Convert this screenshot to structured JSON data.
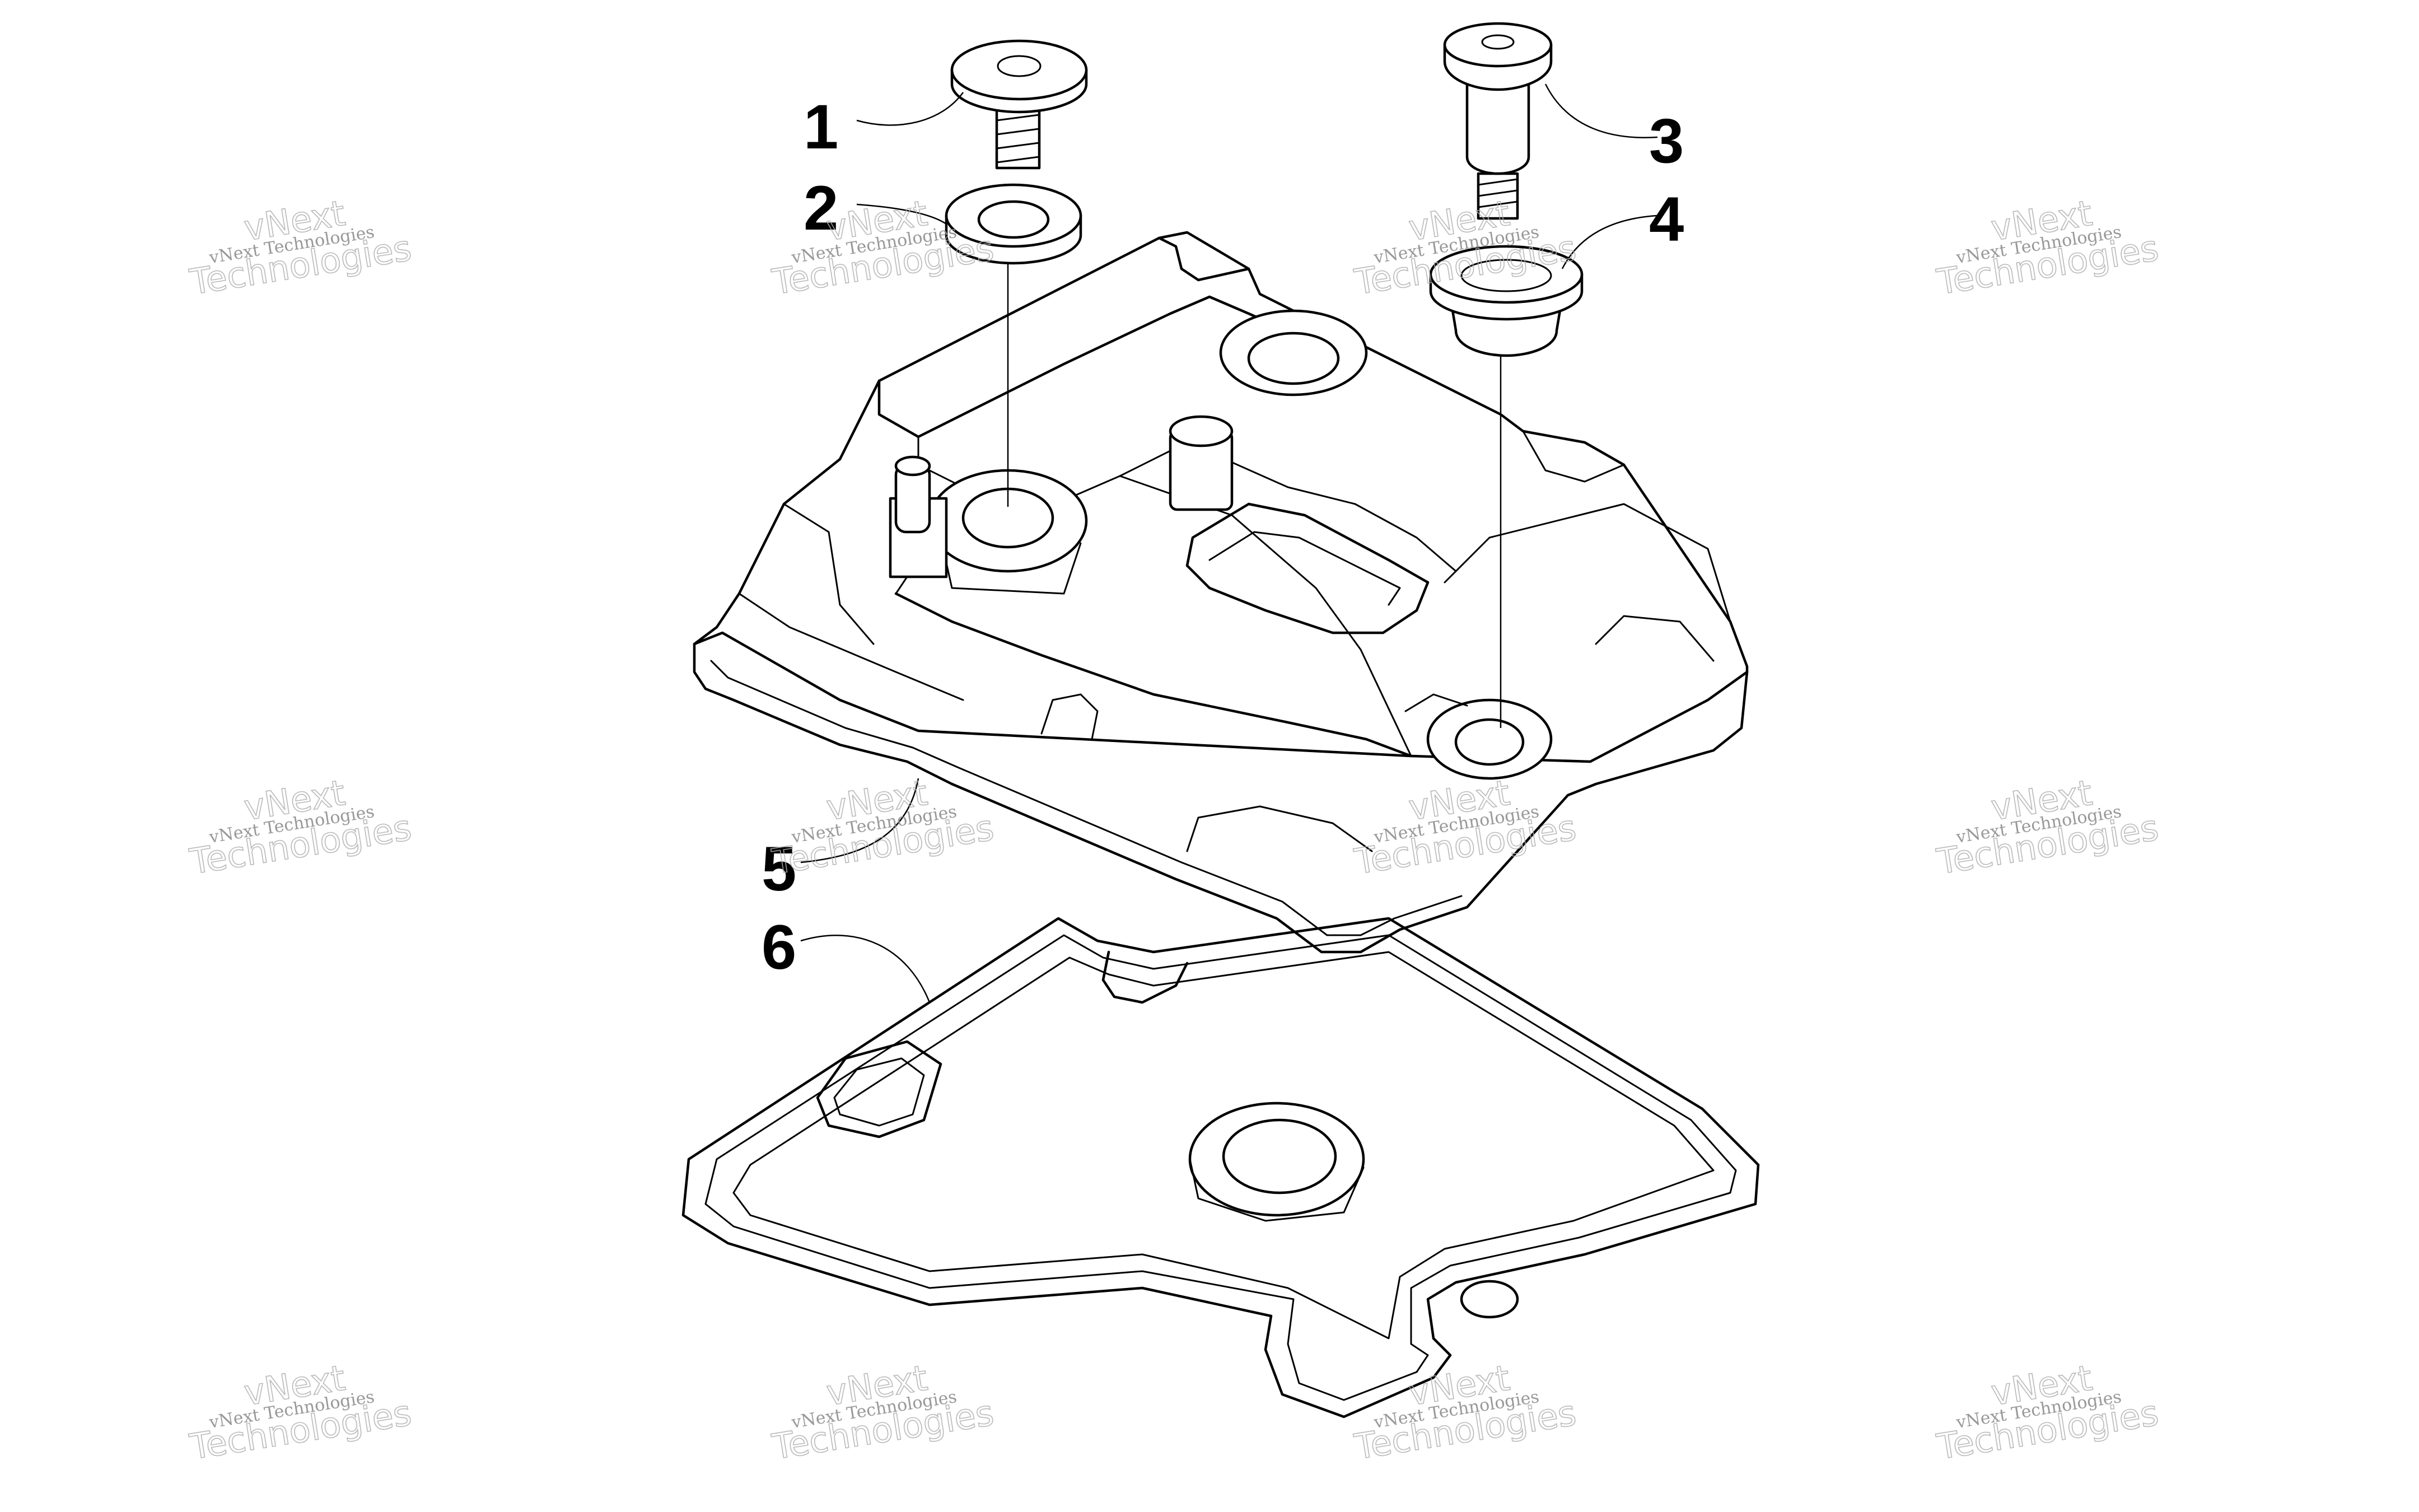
{
  "diagram": {
    "labels": {
      "p1": "1",
      "p2": "2",
      "p3": "3",
      "p4": "4",
      "p5": "5",
      "p6": "6"
    },
    "watermark": {
      "line_small": "vNext Technologies",
      "line_large_1": "vNext",
      "line_large_2": "Technologies"
    },
    "colors": {
      "ink": "#000000",
      "background": "#ffffff",
      "watermark": "#8c8c8c"
    }
  }
}
